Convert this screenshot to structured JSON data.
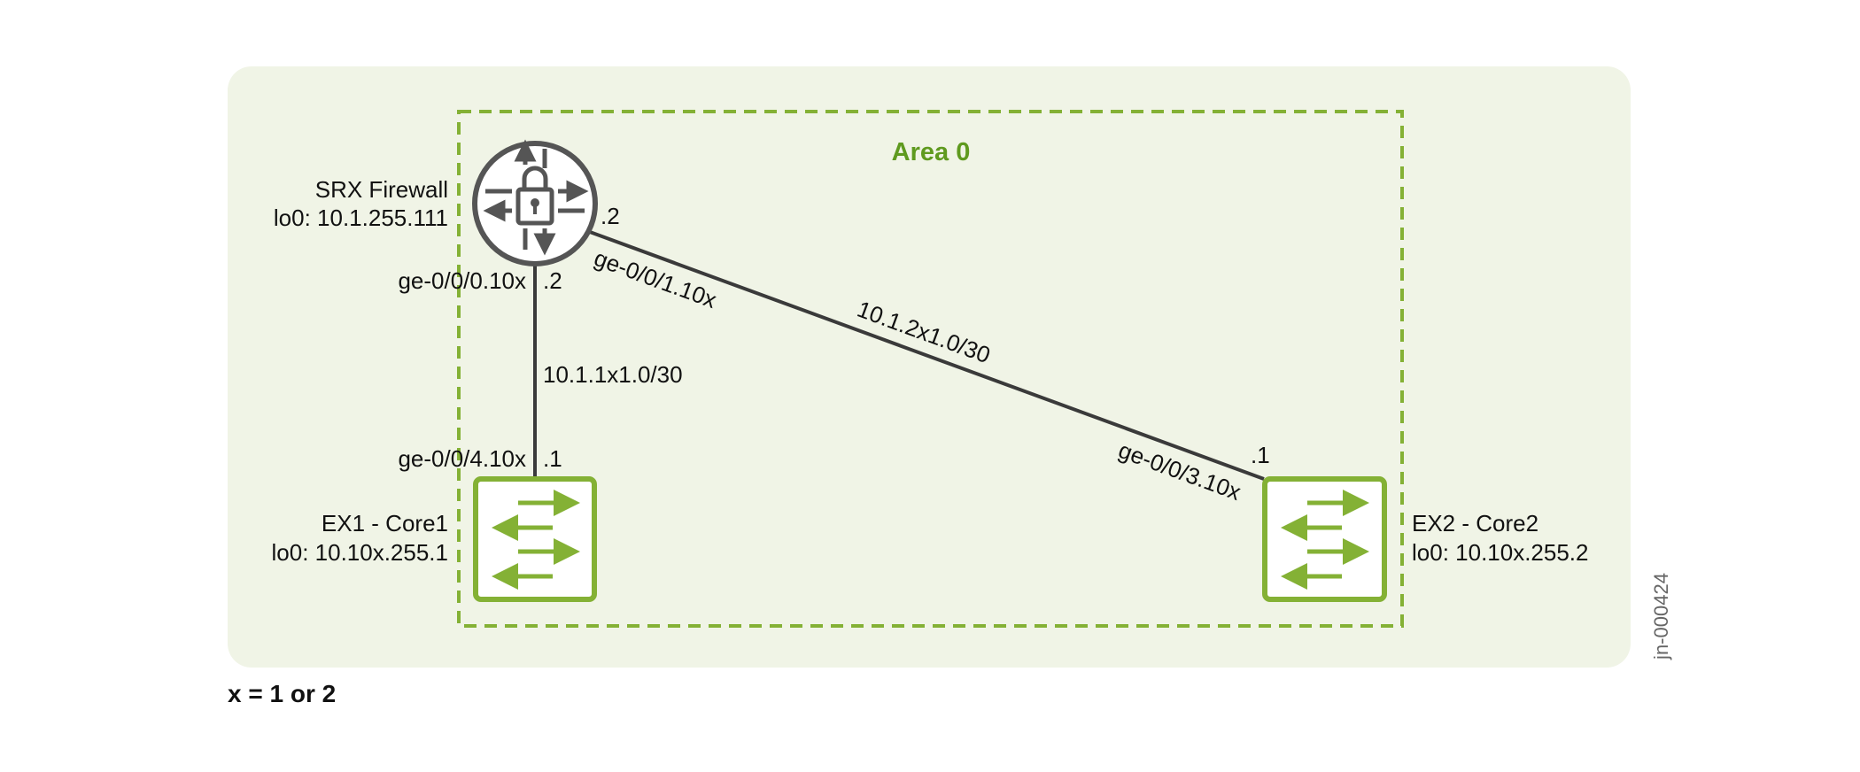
{
  "colors": {
    "panel": "#f0f4e6",
    "green": "#84b135",
    "area_text": "#5f9a1f",
    "link": "#3a3a3a",
    "icon_gray": "#555555"
  },
  "area": {
    "label": "Area 0"
  },
  "firewall": {
    "name": "SRX Firewall",
    "loopback": "lo0: 10.1.255.111",
    "icon": "firewall-lock-icon"
  },
  "ex1": {
    "name": "EX1 - Core1",
    "loopback": "lo0: 10.10x.255.1",
    "icon": "switch-icon"
  },
  "ex2": {
    "name": "EX2 - Core2",
    "loopback": "lo0: 10.10x.255.2",
    "icon": "switch-icon"
  },
  "links": [
    {
      "subnet": "10.1.1x1.0/30",
      "a_if": "ge-0/0/0.10x",
      "a_ip": ".2",
      "b_if": "ge-0/0/4.10x",
      "b_ip": ".1"
    },
    {
      "subnet": "10.1.2x1.0/30",
      "a_if": "ge-0/0/1.10x",
      "a_ip": ".2",
      "b_if": "ge-0/0/3.10x",
      "b_ip": ".1"
    }
  ],
  "footnote": "x = 1 or 2",
  "figure_id": "jn-000424"
}
